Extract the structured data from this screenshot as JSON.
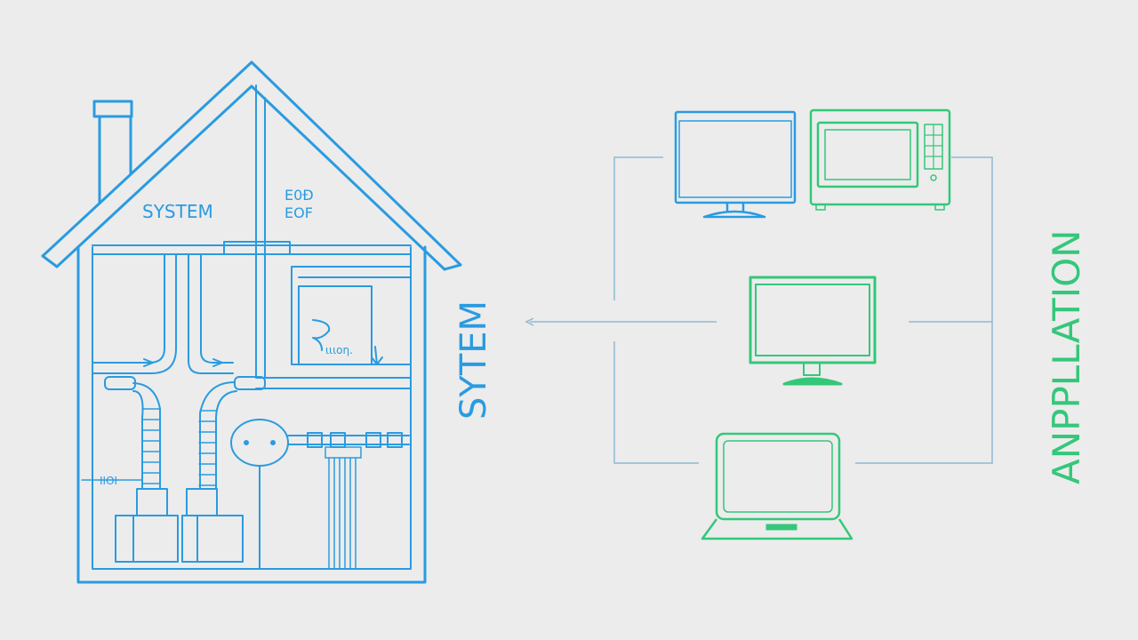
{
  "colors": {
    "background": "#ececec",
    "house_blue": "#2a9be0",
    "appliance_green": "#34c77a",
    "connector_gray": "#8fb9d0"
  },
  "house": {
    "label_system": "SYSTEM",
    "label_eod_1": "E0Đ",
    "label_eod_2": "EOF",
    "label_unit": "ιιιοη.",
    "label_side": "ΙΙΟΙ",
    "vertical_label": "SYTEM"
  },
  "appliances": {
    "vertical_label": "ANPPLLATION",
    "items": [
      {
        "name": "monitor-top",
        "icon": "monitor-icon"
      },
      {
        "name": "microwave",
        "icon": "microwave-icon"
      },
      {
        "name": "monitor-center",
        "icon": "monitor-icon"
      },
      {
        "name": "laptop",
        "icon": "laptop-icon"
      }
    ]
  }
}
